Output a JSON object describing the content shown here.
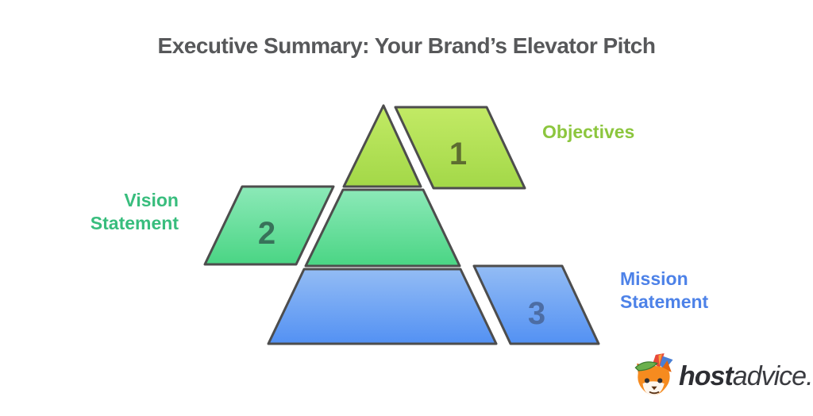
{
  "title": "Executive Summary: Your Brand’s Elevator Pitch",
  "diagram": {
    "type": "pyramid-3-tier-offset-slices",
    "tiers": [
      {
        "number": "1",
        "label": "Objectives",
        "label_color": "#8cc63e",
        "fill_top": "#c2ea65",
        "fill_bottom": "#a3d848",
        "number_color": "#5d6c31",
        "slice_side": "right"
      },
      {
        "number": "2",
        "label": "Vision Statement",
        "label_color": "#38bd7d",
        "fill_top": "#8ce9b8",
        "fill_bottom": "#4ad584",
        "number_color": "#38725a",
        "slice_side": "left"
      },
      {
        "number": "3",
        "label": "Mission Statement",
        "label_color": "#4d82e8",
        "fill_top": "#93bcf4",
        "fill_bottom": "#5391f3",
        "number_color": "#4c6da4",
        "slice_side": "right"
      }
    ],
    "outline_color": "#4d4d4d"
  },
  "logo": {
    "brand_bold": "host",
    "brand_light": "advice.",
    "icon": "fox-mascot-icon"
  },
  "colors": {
    "title": "#57585a",
    "background": "#ffffff"
  }
}
